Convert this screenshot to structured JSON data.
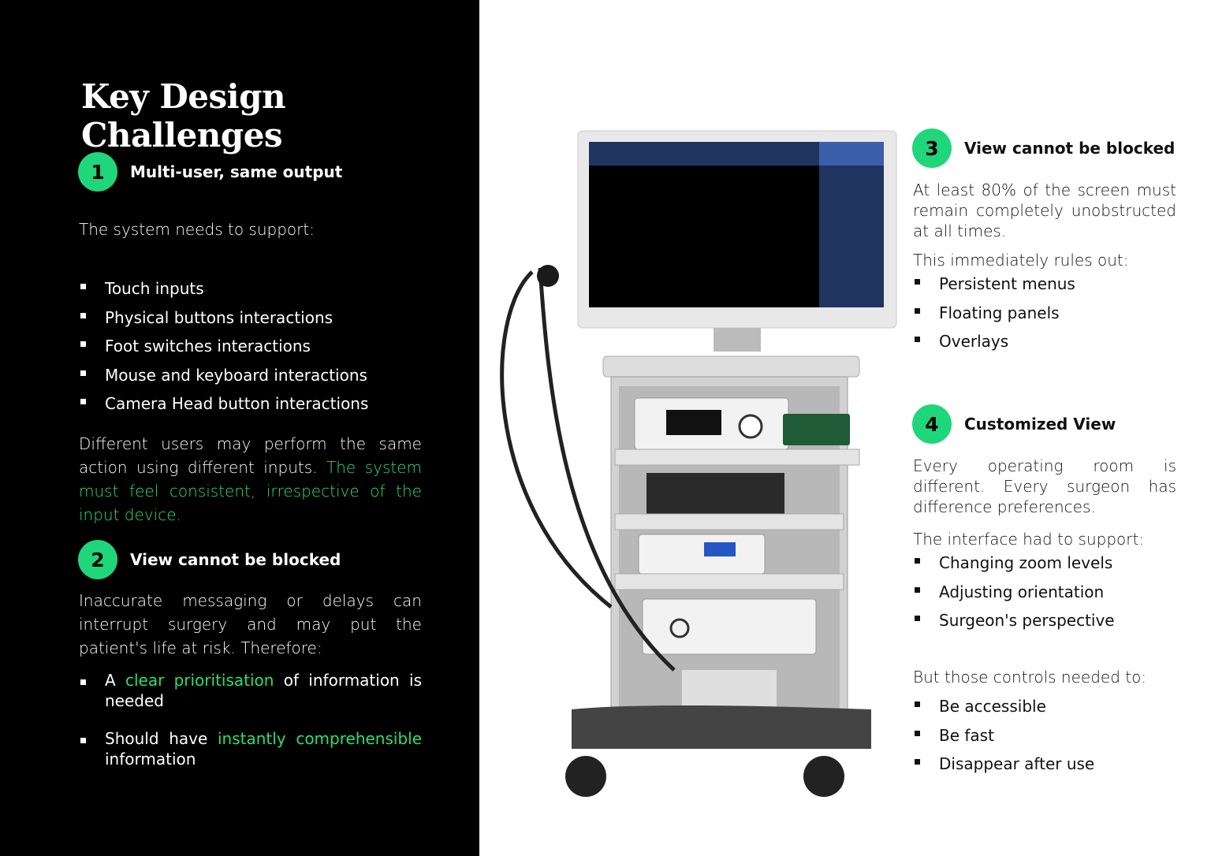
{
  "title": "Key Design Challenges",
  "accent": "#1fd67a",
  "s1": {
    "num": "1",
    "heading": "Multi-user, same output",
    "intro": "The system needs to support:",
    "items": [
      "Touch inputs",
      "Physical buttons interactions",
      "Foot switches interactions",
      "Mouse and keyboard interactions",
      "Camera Head button interactions"
    ],
    "para": "Different users may perform the same action using different inputs.",
    "para_hl": "The system must feel consistent, irrespective of the input device."
  },
  "s2": {
    "num": "2",
    "heading": "View cannot be blocked",
    "para": "Inaccurate messaging or delays can interrupt surgery and may put the patient's life at risk. Therefore:",
    "b1a": "A",
    "b1h": "clear prioritisation",
    "b1b": "of information is needed",
    "b2a": "Should have",
    "b2h": "instantly comprehensible",
    "b2b": "information"
  },
  "s3": {
    "num": "3",
    "heading": "View cannot be blocked",
    "para": "At least 80% of the screen must remain completely unobstructed at all times.",
    "intro": "This immediately rules out:",
    "items": [
      "Persistent menus",
      "Floating panels",
      "Overlays"
    ]
  },
  "s4": {
    "num": "4",
    "heading": "Customized View",
    "para": "Every operating room is different. Every surgeon has difference preferences.",
    "intro": "The interface had to support:",
    "items": [
      "Changing zoom levels",
      "Adjusting orientation",
      "Surgeon's perspective"
    ],
    "intro2": "But those controls needed to:",
    "items2": [
      "Be accessible",
      "Be fast",
      "Disappear after use"
    ]
  }
}
